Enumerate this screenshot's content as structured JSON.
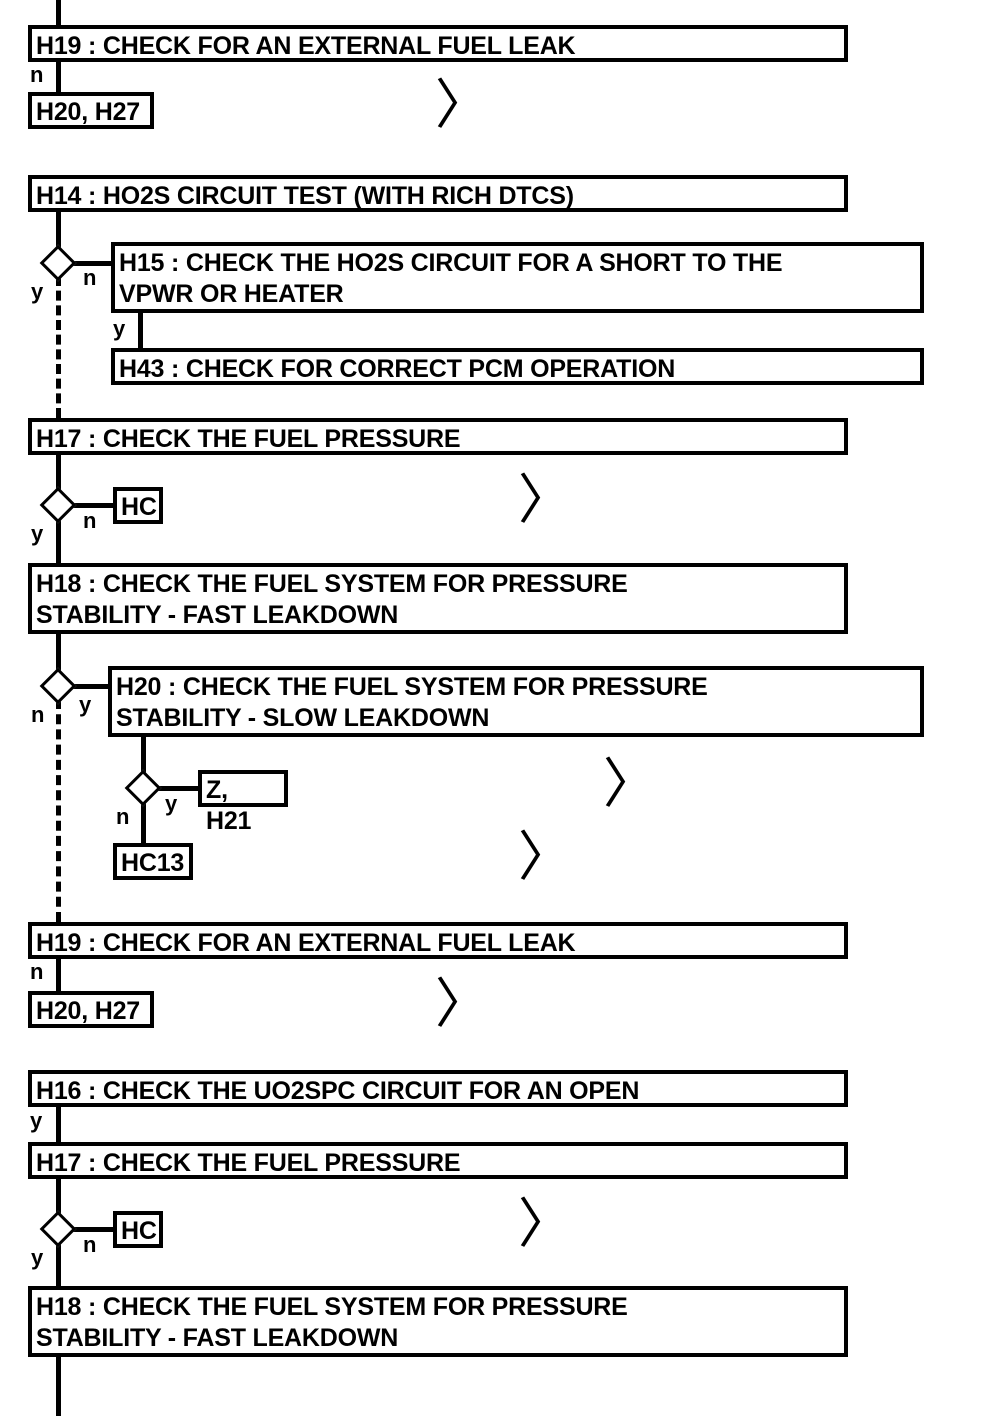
{
  "diagram": {
    "title": "Fuel system / HO2S diagnostic flowchart",
    "colors": {
      "line": "#000000",
      "background": "#ffffff",
      "text": "#000000"
    },
    "nodes": [
      {
        "id": "h19a",
        "type": "process",
        "label": "H19 : CHECK FOR AN EXTERNAL FUEL LEAK"
      },
      {
        "id": "h20h27a",
        "type": "terminal",
        "label": "H20, H27"
      },
      {
        "id": "h14",
        "type": "process",
        "label": "H14 : HO2S CIRCUIT TEST (WITH RICH DTCS)"
      },
      {
        "id": "h15",
        "type": "process",
        "label": "H15 : CHECK THE HO2S CIRCUIT FOR A SHORT TO THE\nVPWR OR HEATER"
      },
      {
        "id": "h43",
        "type": "process",
        "label": "H43 : CHECK FOR CORRECT PCM OPERATION"
      },
      {
        "id": "h17a",
        "type": "process",
        "label": "H17 : CHECK THE FUEL PRESSURE"
      },
      {
        "id": "hca",
        "type": "terminal",
        "label": "HC"
      },
      {
        "id": "h18a",
        "type": "process",
        "label": "H18 : CHECK THE FUEL SYSTEM FOR PRESSURE\nSTABILITY - FAST LEAKDOWN"
      },
      {
        "id": "h20",
        "type": "process",
        "label": "H20 : CHECK THE FUEL SYSTEM FOR PRESSURE\nSTABILITY - SLOW LEAKDOWN"
      },
      {
        "id": "zh21",
        "type": "terminal",
        "label": "Z, H21"
      },
      {
        "id": "hc13",
        "type": "terminal",
        "label": "HC13"
      },
      {
        "id": "h19b",
        "type": "process",
        "label": "H19 : CHECK FOR AN EXTERNAL FUEL LEAK"
      },
      {
        "id": "h20h27b",
        "type": "terminal",
        "label": "H20, H27"
      },
      {
        "id": "h16",
        "type": "process",
        "label": "H16 : CHECK THE UO2SPC CIRCUIT FOR AN OPEN"
      },
      {
        "id": "h17b",
        "type": "process",
        "label": "H17 : CHECK THE FUEL PRESSURE"
      },
      {
        "id": "hcb",
        "type": "terminal",
        "label": "HC"
      },
      {
        "id": "h18b",
        "type": "process",
        "label": "H18 : CHECK THE FUEL SYSTEM FOR PRESSURE\nSTABILITY - FAST LEAKDOWN"
      }
    ],
    "branch_labels": [
      {
        "id": "bl1",
        "text": "n"
      },
      {
        "id": "bl2",
        "text": "y"
      },
      {
        "id": "bl3",
        "text": "n"
      },
      {
        "id": "bl4",
        "text": "y"
      },
      {
        "id": "bl5",
        "text": "y"
      },
      {
        "id": "bl6",
        "text": "n"
      },
      {
        "id": "bl7",
        "text": "n"
      },
      {
        "id": "bl8",
        "text": "y"
      },
      {
        "id": "bl9",
        "text": "n"
      },
      {
        "id": "bl10",
        "text": "y"
      },
      {
        "id": "bl11",
        "text": "n"
      },
      {
        "id": "bl12",
        "text": "y"
      },
      {
        "id": "bl13",
        "text": "y"
      },
      {
        "id": "bl14",
        "text": "n"
      }
    ],
    "continuation_marks": [
      {
        "id": "cm1",
        "glyph": "〉"
      },
      {
        "id": "cm2",
        "glyph": "〉"
      },
      {
        "id": "cm3",
        "glyph": "〉"
      },
      {
        "id": "cm4",
        "glyph": "〉"
      },
      {
        "id": "cm5",
        "glyph": "〉"
      },
      {
        "id": "cm6",
        "glyph": "〉"
      },
      {
        "id": "cm7",
        "glyph": "〉"
      }
    ]
  }
}
